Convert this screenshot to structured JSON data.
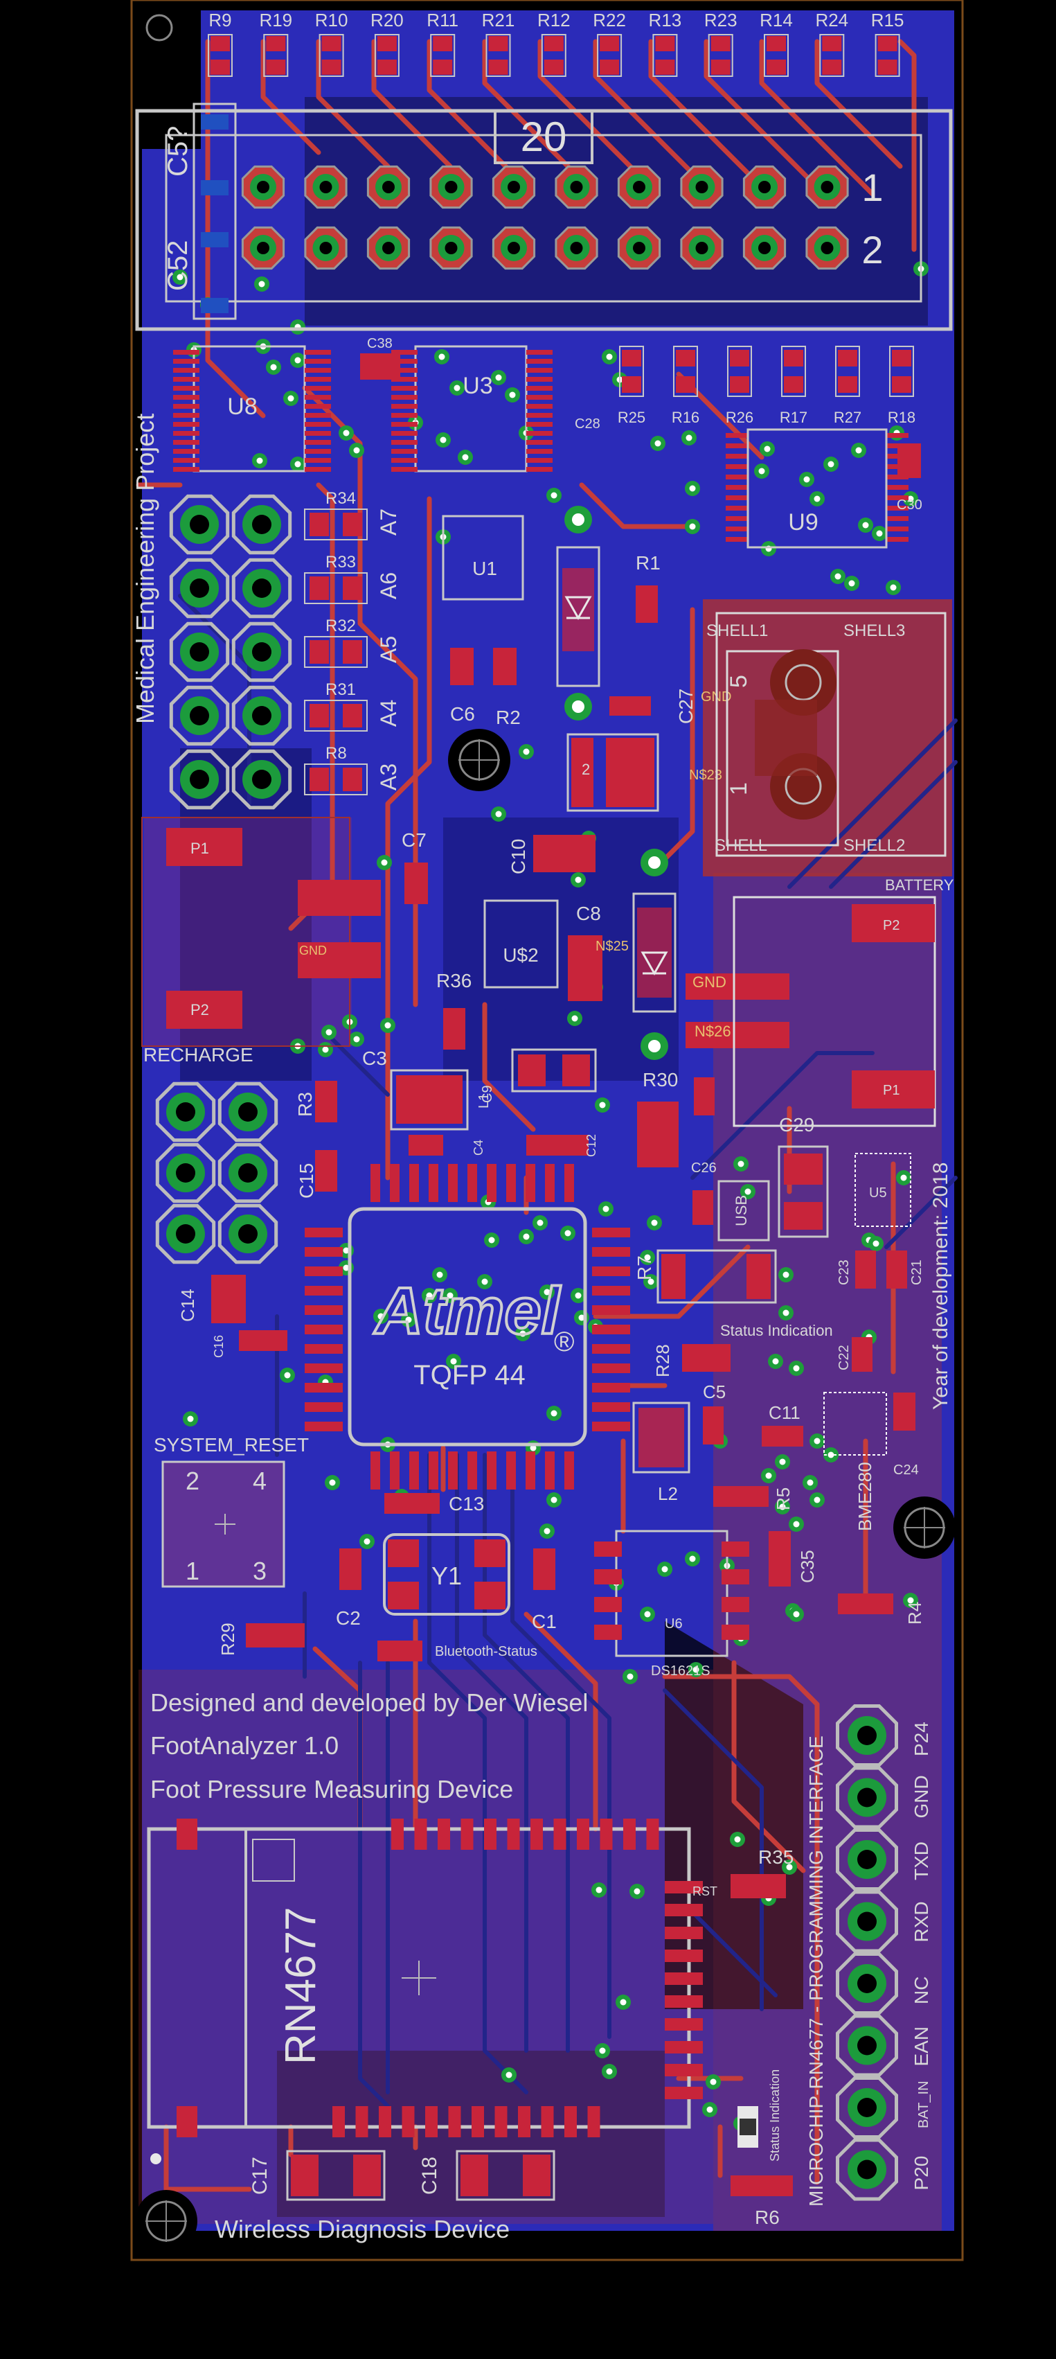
{
  "colors": {
    "background": "#000000",
    "bottom_copper": "#2b2bb8",
    "top_copper": "#b0302e",
    "silkscreen": "#d0d0d0",
    "via": "#1e9e3a",
    "gnd_label": "#e8c070"
  },
  "board": {
    "side_title": "Medical Engineering Project",
    "year_text": "Year of development: 2018",
    "designer": "Designed and developed by Der Wiesel",
    "product": "FootAnalyzer 1.0",
    "description": "Foot Pressure Measuring Device",
    "footer": "Wireless Diagnosis Device",
    "prog_interface": "MICROCHIP-RN4677 - PROGRAMMING INTERFACE"
  },
  "resistors_top": [
    "R9",
    "R19",
    "R10",
    "R20",
    "R11",
    "R21",
    "R12",
    "R22",
    "R13",
    "R23",
    "R14",
    "R24",
    "R15"
  ],
  "connector": {
    "label": "20",
    "pin1": "1",
    "pin2": "2"
  },
  "left_labels": [
    "C5?",
    "C52"
  ],
  "u8_block": {
    "u8": "U8",
    "c38": "C38",
    "u3": "U3",
    "c28": "C28"
  },
  "right_resistors": [
    "R25",
    "R16",
    "R26",
    "R17",
    "R27",
    "R18"
  ],
  "u9": "U9",
  "c30": "C30",
  "analog_header": {
    "rows": [
      {
        "res": "R34",
        "pin": "A7"
      },
      {
        "res": "R33",
        "pin": "A6"
      },
      {
        "res": "R32",
        "pin": "A5"
      },
      {
        "res": "R31",
        "pin": "A4"
      },
      {
        "res": "R8",
        "pin": "A3"
      }
    ]
  },
  "power_block": {
    "u1": "U1",
    "r1": "R1",
    "c6": "C6",
    "r2": "R2",
    "c27": "C27",
    "n23": "N$23",
    "gnd": "GND",
    "shells": [
      "SHELL1",
      "SHELL3",
      "SHELL",
      "SHELL2"
    ],
    "usb_pin5": "5",
    "usb_pin1": "1",
    "pin2": "2"
  },
  "recharge": {
    "p1": "P1",
    "p2": "P2",
    "c7": "C7",
    "gnd": "GND",
    "label": "RECHARGE"
  },
  "mid_block": {
    "c10": "C10",
    "c8": "C8",
    "u52": "U$2",
    "n25": "N$25",
    "n26": "N$26",
    "gnd": "GND",
    "r36": "R36",
    "c3": "C3",
    "c9": "C9",
    "l1": "L1",
    "r30": "R30",
    "c12": "C12",
    "c4": "C4",
    "r3": "R3",
    "c15": "C15"
  },
  "battery": {
    "label": "BATTERY",
    "p2": "P2",
    "p1": "P1"
  },
  "mcu": {
    "logo": "Atmel",
    "package": "TQFP 44",
    "reg": "®"
  },
  "right_mid": {
    "c29": "C29",
    "c26": "C26",
    "usb": "USB",
    "r7": "R7",
    "c23": "C23",
    "c21": "C21",
    "u5": "U5",
    "status": "Status Indication",
    "r28": "R28",
    "c5": "C5",
    "c11": "C11",
    "c22": "C22",
    "bme": "BME280",
    "c24": "C24",
    "l2": "L2",
    "r5": "R5",
    "c35": "C35",
    "r4": "R4",
    "u6": "U6",
    "ds": "DS1621S"
  },
  "lower_left": {
    "c14": "C14",
    "c16": "C16",
    "reset": "SYSTEM_RESET",
    "sw_pins": [
      "2",
      "4",
      "1",
      "3"
    ],
    "c13": "C13",
    "y1": "Y1",
    "c2": "C2",
    "c1": "C1",
    "r29": "R29",
    "bt_status": "Bluetooth-Status"
  },
  "module": {
    "name": "RN4677",
    "r35": "R35",
    "rst": "RST",
    "c17": "C17",
    "c18": "C18",
    "r6": "R6",
    "status": "Status Indication"
  },
  "prog_pins": [
    "P24",
    "GND",
    "TXD",
    "RXD",
    "NC",
    "EAN",
    "BAT_IN",
    "P20"
  ]
}
